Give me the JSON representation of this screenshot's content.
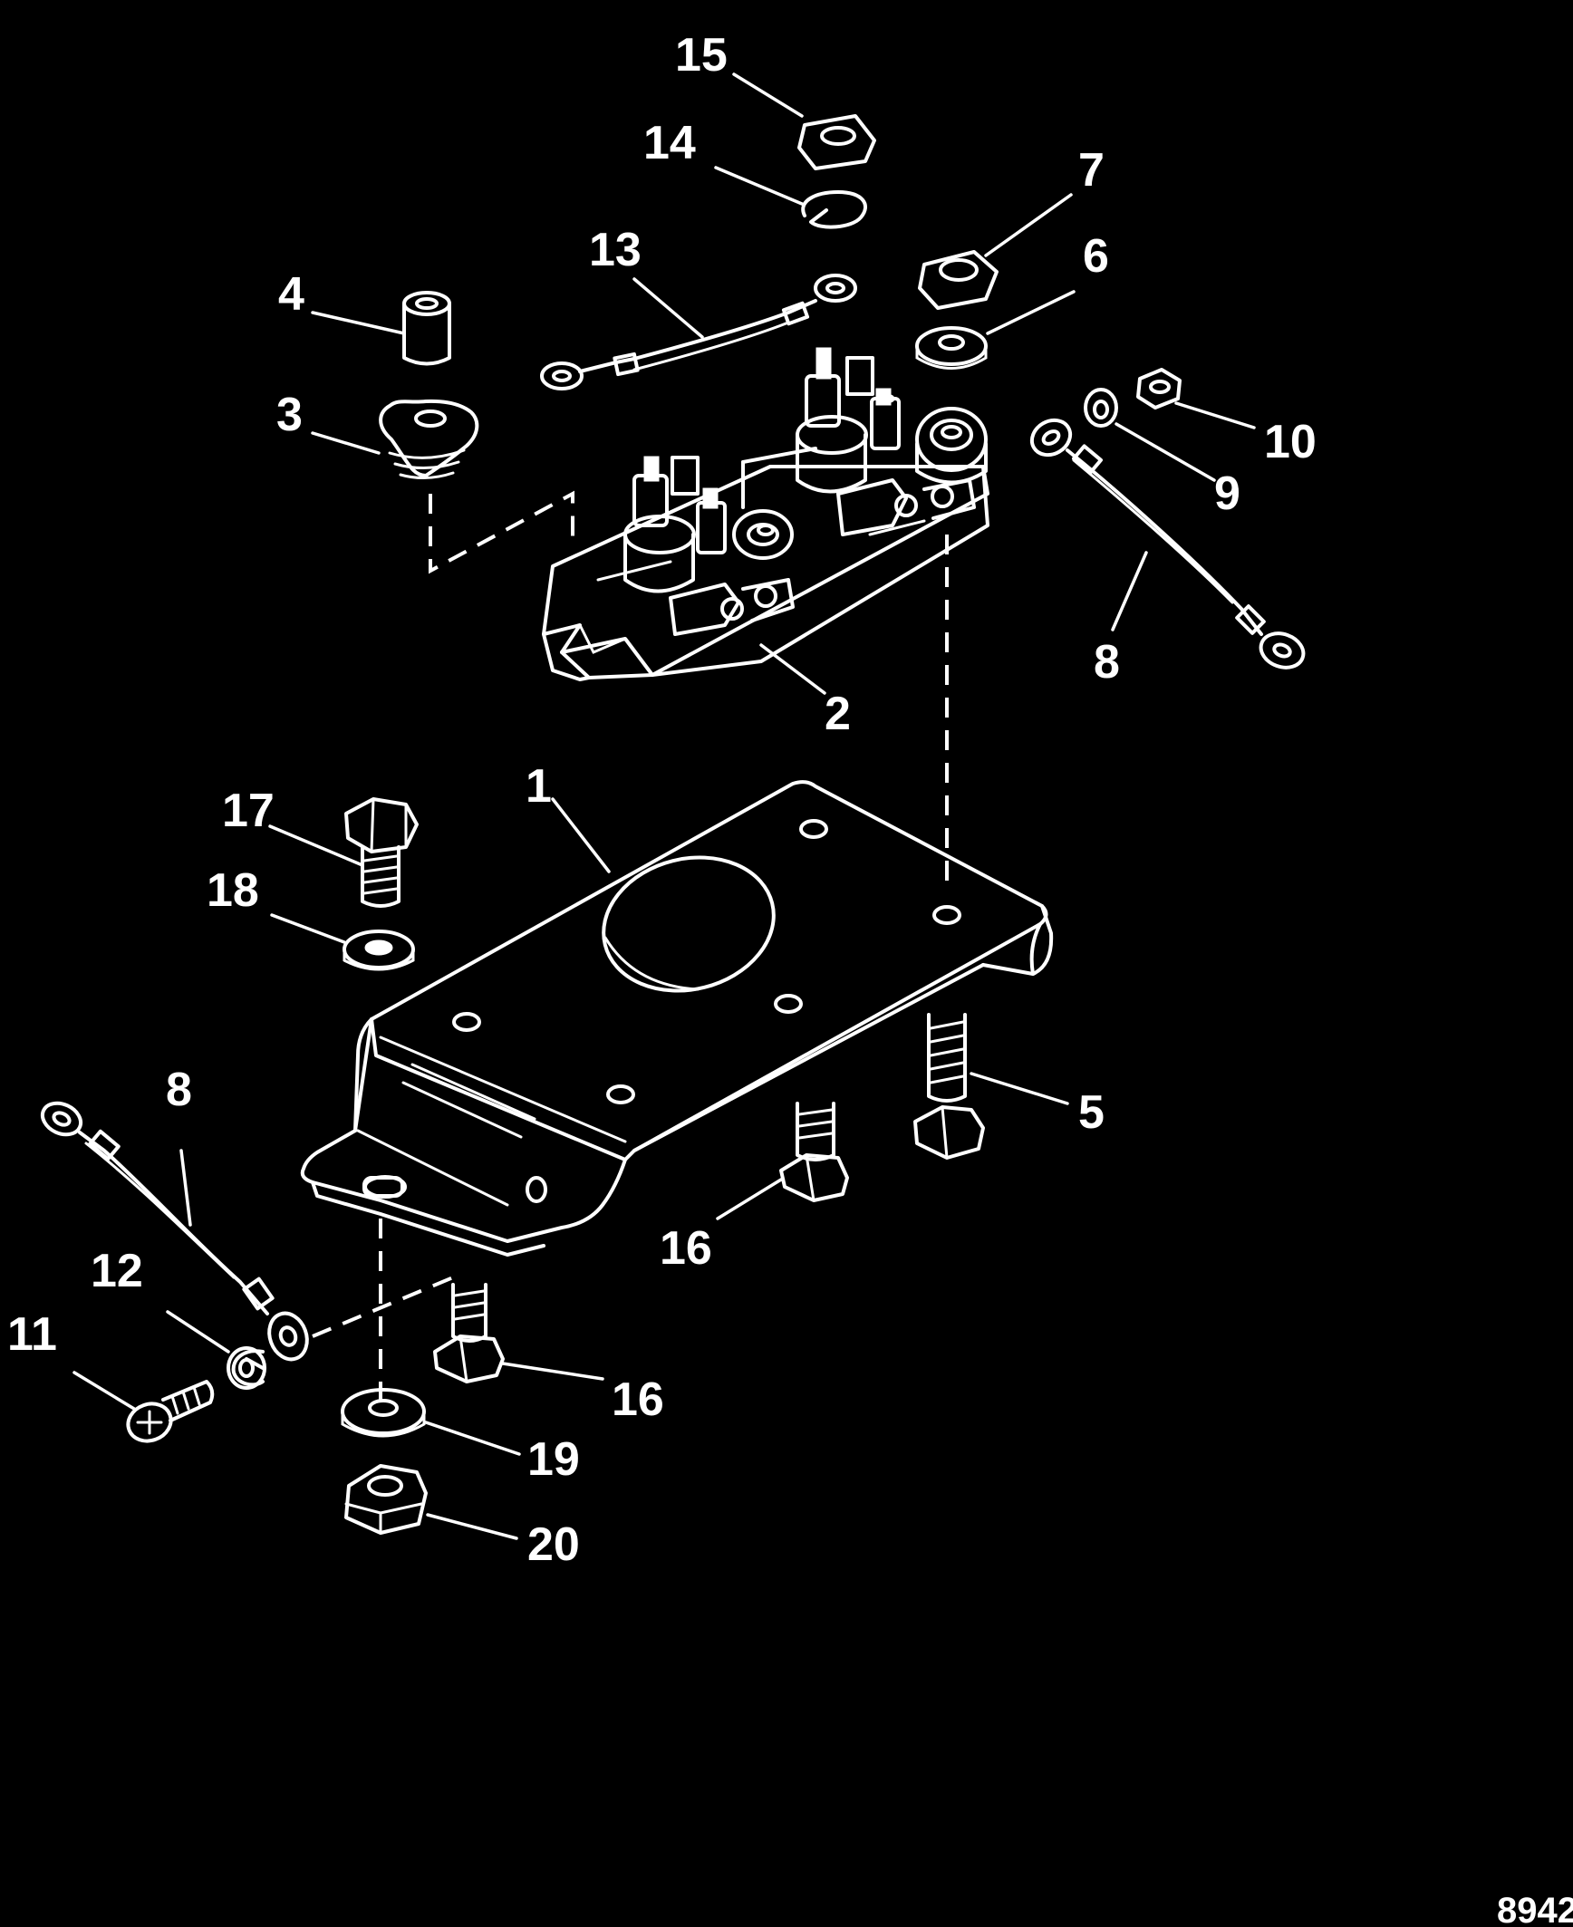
{
  "diagram": {
    "drawing_number": "8942",
    "callouts": {
      "c1": "1",
      "c2": "2",
      "c3": "3",
      "c4": "4",
      "c5": "5",
      "c6": "6",
      "c7": "7",
      "c8a": "8",
      "c8b": "8",
      "c9": "9",
      "c10": "10",
      "c11": "11",
      "c12": "12",
      "c13": "13",
      "c14": "14",
      "c15": "15",
      "c16a": "16",
      "c16b": "16",
      "c17": "17",
      "c18": "18",
      "c19": "19",
      "c20": "20"
    }
  },
  "colors": {
    "background": "#000000",
    "line": "#ffffff"
  }
}
